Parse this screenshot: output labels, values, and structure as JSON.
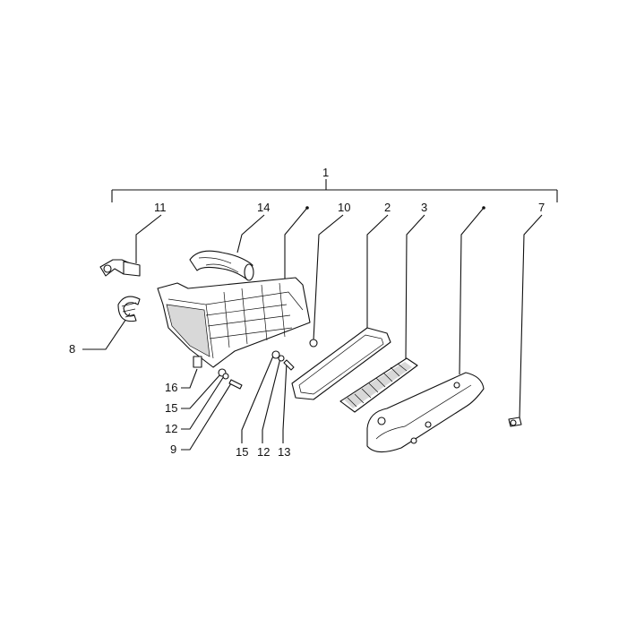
{
  "diagram": {
    "callouts": [
      {
        "key": "c1",
        "label": "1"
      },
      {
        "key": "c11",
        "label": "11"
      },
      {
        "key": "c14",
        "label": "14"
      },
      {
        "key": "c10",
        "label": "10"
      },
      {
        "key": "c2",
        "label": "2"
      },
      {
        "key": "c3",
        "label": "3"
      },
      {
        "key": "c7",
        "label": "7"
      },
      {
        "key": "c8",
        "label": "8"
      },
      {
        "key": "c16",
        "label": "16"
      },
      {
        "key": "c15a",
        "label": "15"
      },
      {
        "key": "c12a",
        "label": "12"
      },
      {
        "key": "c9",
        "label": "9"
      },
      {
        "key": "c15b",
        "label": "15"
      },
      {
        "key": "c12b",
        "label": "12"
      },
      {
        "key": "c13",
        "label": "13"
      }
    ]
  }
}
